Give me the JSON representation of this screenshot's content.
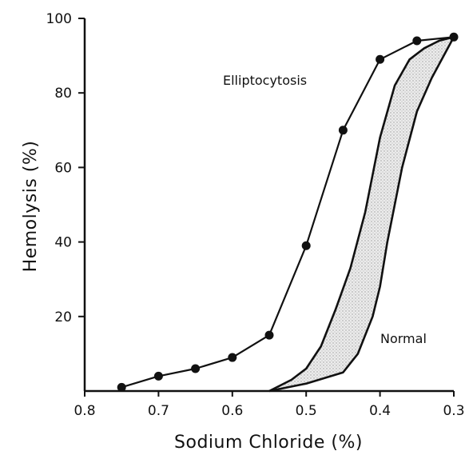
{
  "chart_data": {
    "type": "line",
    "title": "",
    "xlabel": "Sodium Chloride (%)",
    "ylabel": "Hemolysis (%)",
    "xlim": [
      0.8,
      0.3
    ],
    "ylim": [
      0,
      100
    ],
    "x_reversed": true,
    "grid": false,
    "x_ticks": [
      "0.8",
      "0.7",
      "0.6",
      "0.5",
      "0.4",
      "0.3"
    ],
    "x_tick_values": [
      0.8,
      0.7,
      0.6,
      0.5,
      0.4,
      0.3
    ],
    "y_ticks": [
      "20",
      "40",
      "60",
      "80",
      "100"
    ],
    "y_tick_values": [
      20,
      40,
      60,
      80,
      100
    ],
    "annotations": [
      {
        "text": "Elliptocytosis",
        "x": 0.52,
        "y": 85
      },
      {
        "text": "Normal",
        "x": 0.36,
        "y": 15
      }
    ],
    "series": [
      {
        "name": "Elliptocytosis",
        "style": "line-with-dots",
        "x": [
          0.75,
          0.7,
          0.65,
          0.6,
          0.55,
          0.5,
          0.45,
          0.4,
          0.35,
          0.3
        ],
        "y": [
          1,
          4,
          6,
          9,
          15,
          39,
          70,
          89,
          94,
          95
        ]
      },
      {
        "name": "Normal",
        "style": "shaded-band",
        "upper": {
          "x": [
            0.55,
            0.52,
            0.5,
            0.48,
            0.46,
            0.44,
            0.42,
            0.4,
            0.38,
            0.36,
            0.34,
            0.32,
            0.3
          ],
          "y": [
            0,
            3,
            6,
            12,
            22,
            33,
            48,
            68,
            82,
            89,
            92,
            94,
            95
          ]
        },
        "lower": {
          "x": [
            0.55,
            0.5,
            0.45,
            0.43,
            0.41,
            0.4,
            0.39,
            0.37,
            0.35,
            0.33,
            0.3
          ],
          "y": [
            0,
            2,
            5,
            10,
            20,
            28,
            40,
            60,
            75,
            84,
            95
          ]
        }
      }
    ],
    "colors": {
      "line": "#111111",
      "band_fill": "#d9d9d9"
    }
  }
}
